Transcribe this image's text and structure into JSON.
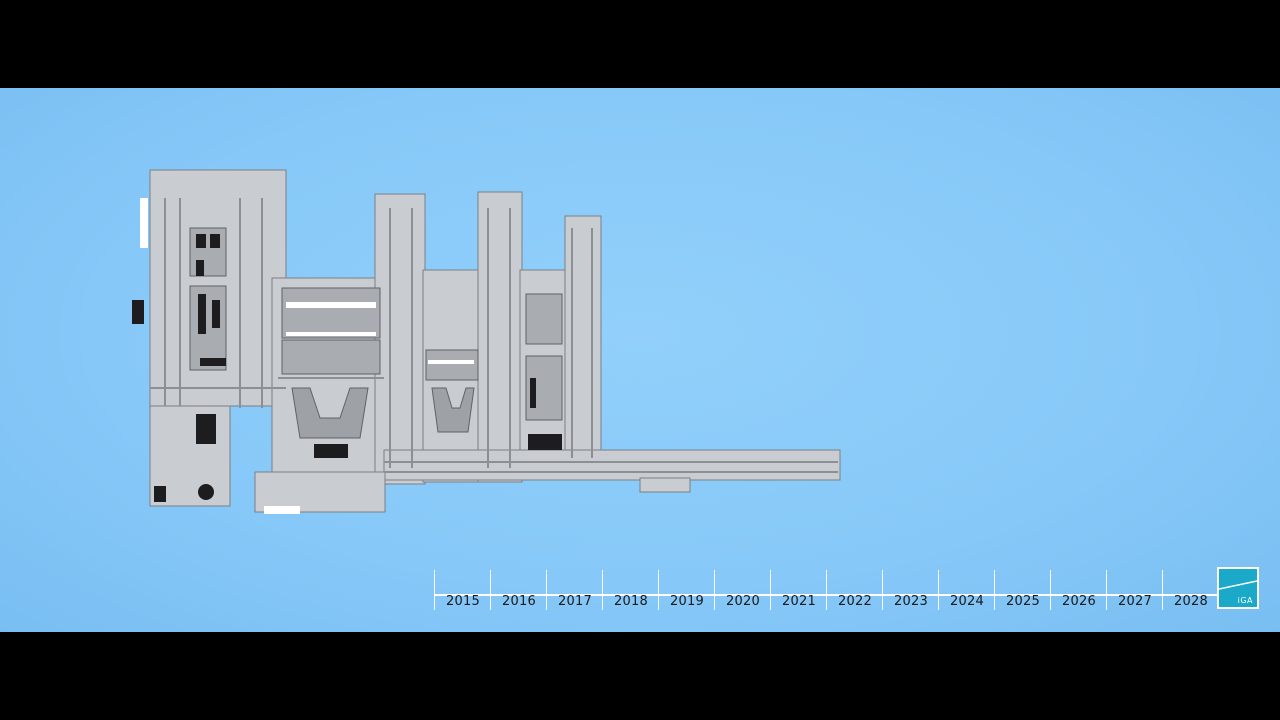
{
  "timeline": {
    "years": [
      "2015",
      "2016",
      "2017",
      "2018",
      "2019",
      "2020",
      "2021",
      "2022",
      "2023",
      "2024",
      "2025",
      "2026",
      "2027",
      "2028"
    ]
  },
  "logo": {
    "text": "iGA",
    "icon": "iga-logo-icon",
    "color": "#1aa9c9"
  },
  "colors": {
    "background": "#8ecdfa",
    "plan": "#c9ccd0",
    "letterbox": "#000000"
  }
}
